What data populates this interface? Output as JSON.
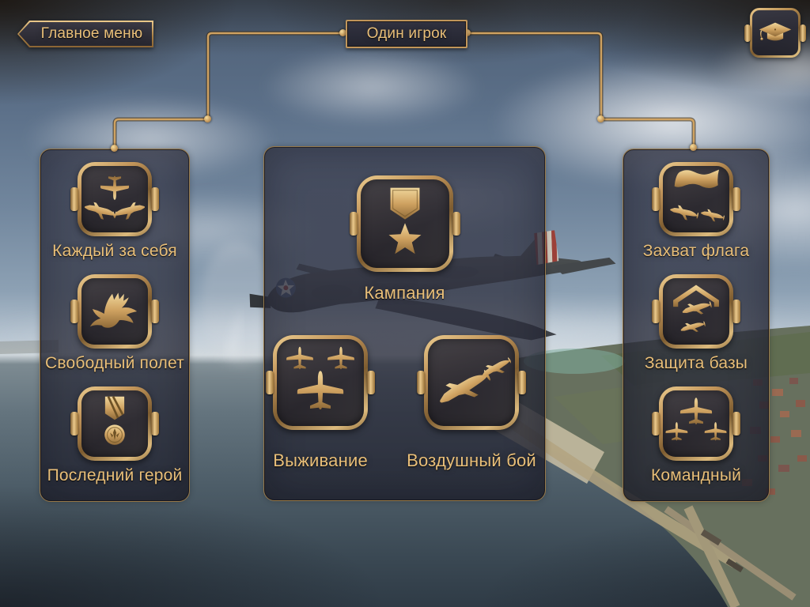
{
  "header": {
    "back_label": "Главное меню",
    "title": "Один игрок",
    "tutorial_icon": "graduation-cap-icon"
  },
  "left_panel": {
    "items": [
      {
        "label": "Каждый за себя",
        "icon": "free-for-all-planes-icon"
      },
      {
        "label": "Свободный полет",
        "icon": "eagle-icon"
      },
      {
        "label": "Последний герой",
        "icon": "medal-ribbon-icon"
      }
    ]
  },
  "center_panel": {
    "campaign": {
      "label": "Кампания",
      "icon": "hero-star-medal-icon"
    },
    "items": [
      {
        "label": "Выживание",
        "icon": "three-planes-top-icon"
      },
      {
        "label": "Воздушный бой",
        "icon": "dogfight-planes-icon"
      }
    ]
  },
  "right_panel": {
    "items": [
      {
        "label": "Захват флага",
        "icon": "flag-planes-icon"
      },
      {
        "label": "Защита базы",
        "icon": "shelter-planes-icon"
      },
      {
        "label": "Командный",
        "icon": "formation-planes-icon"
      }
    ]
  },
  "colors": {
    "gold_light": "#ecca8c",
    "gold": "#c89c5e",
    "gold_dark": "#8a6434",
    "text_gold": "#e9bf79",
    "panel_bg": "rgba(40,42,56,0.78)",
    "sky_top": "#4d5e74",
    "sea_bottom": "#2f3b46"
  }
}
